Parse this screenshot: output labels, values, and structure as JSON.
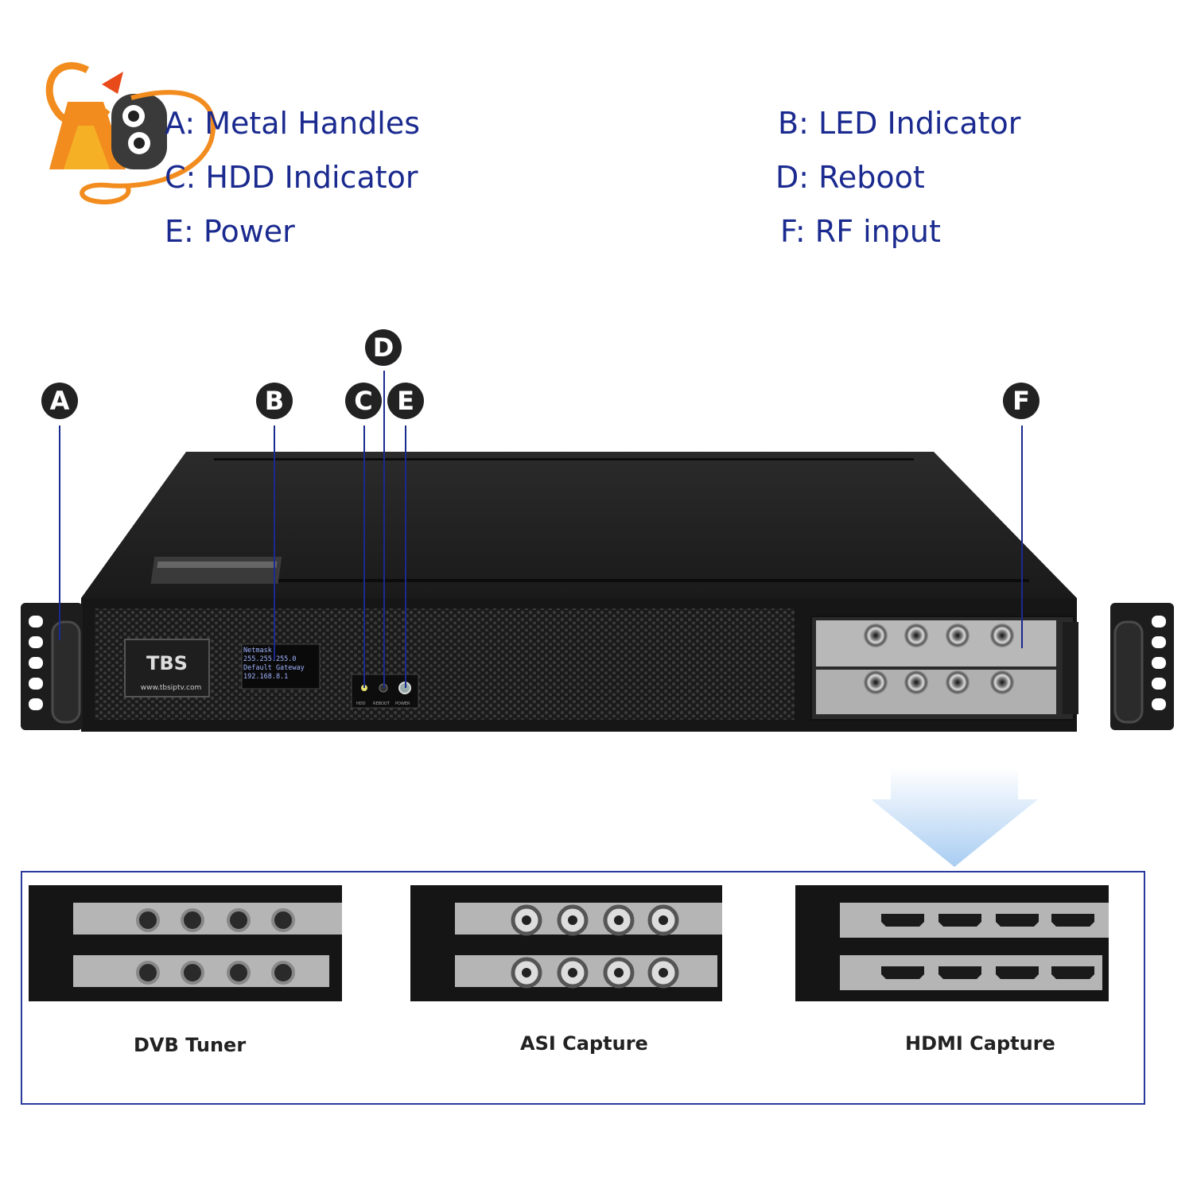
{
  "legend": [
    {
      "text": "A: Metal Handles"
    },
    {
      "text": "B: LED Indicator"
    },
    {
      "text": "C: HDD Indicator"
    },
    {
      "text": "D: Reboot"
    },
    {
      "text": "E: Power"
    },
    {
      "text": "F: RF input"
    }
  ],
  "markers": {
    "a": "A",
    "b": "B",
    "c": "C",
    "d": "D",
    "e": "E",
    "f": "F"
  },
  "device": {
    "panel_url": "www.tbsiptv.com",
    "lcd_lines": [
      "Netmask",
      "255.255.255.0",
      "Default Gateway",
      "192.168.8.1"
    ],
    "button_labels": [
      "HDD",
      "REBOOT",
      "POWER"
    ]
  },
  "variants": [
    {
      "label": "DVB Tuner"
    },
    {
      "label": "ASI Capture"
    },
    {
      "label": "HDMI Capture"
    }
  ],
  "colors": {
    "legend_text": "#1a2a8f",
    "marker_bg": "#222222",
    "chassis": "#1c1c1c",
    "arrow": "#bcd9f5"
  }
}
